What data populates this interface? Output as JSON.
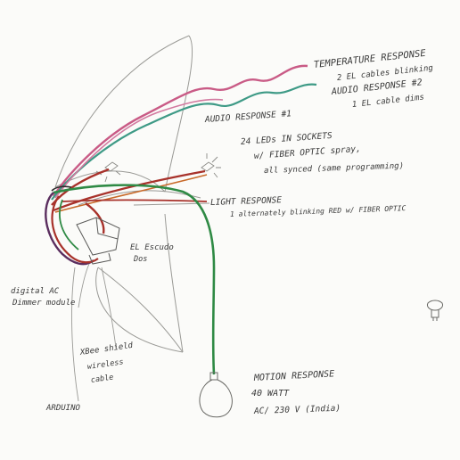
{
  "labels": {
    "temperature_response": "TEMPERATURE RESPONSE",
    "temperature_line2": "2 EL cables blinking",
    "audio_response_2": "AUDIO RESPONSE #2",
    "audio_2_line2": "1 EL cable dims",
    "audio_response_1": "AUDIO RESPONSE #1",
    "leds_line1": "24 LEDs IN SOCKETS",
    "leds_line2": "w/ FIBER OPTIC spray,",
    "leds_line3": "all synced (same programming)",
    "light_response": "LIGHT RESPONSE",
    "light_line2": "1 alternately blinking RED w/ FIBER OPTIC",
    "el_escudo_1": "EL Escudo",
    "el_escudo_2": "Dos",
    "digital_ac_1": "digital AC",
    "digital_ac_2": "Dimmer module",
    "xbee_1": "XBee shield",
    "xbee_2": "wireless",
    "xbee_3": "cable",
    "arduino": "ARDUINO",
    "motion_response": "MOTION RESPONSE",
    "motion_line2": "40 WATT",
    "motion_line3": "AC/ 230 V (India)"
  },
  "colors": {
    "pencil": "#9a9a96",
    "ink": "#3b3b3b",
    "pink_wire": "#c95b86",
    "teal_wire": "#3e9a86",
    "red_wire": "#a8322b",
    "green_wire": "#2f8a45",
    "purple_wire": "#5a2d5e",
    "orange_wire": "#c86a2a"
  },
  "icons": [
    "light-bulb-icon",
    "socket-icon"
  ]
}
